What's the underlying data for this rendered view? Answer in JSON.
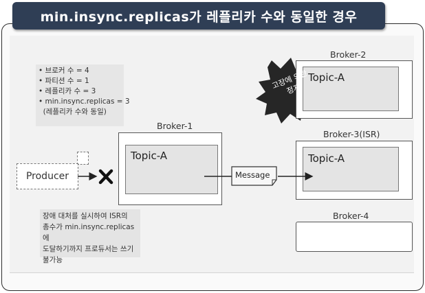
{
  "title": "min.insync.replicas가 레플리카 수와 동일한 경우",
  "notes": [
    "• 브로커 수 = 4",
    "• 파티션 수 = 1",
    "• 레플리카 수 = 3",
    "• min.insync.replicas = 3",
    "  (레플리카 수와 동일)"
  ],
  "producer": "Producer",
  "message": "Message",
  "brokers": {
    "b1": {
      "name": "Broker-1",
      "topic": "Topic-A"
    },
    "b2": {
      "name": "Broker-2",
      "topic": "Topic-A"
    },
    "b3": {
      "name": "Broker-3(ISR)",
      "topic": "Topic-A"
    },
    "b4": {
      "name": "Broker-4"
    }
  },
  "failure_badge": "고장에 의한\n정지",
  "caption": "장애 대처를 실시하여 ISR의\n총수가 min.insync.replicas에\n도달하기까지 프로듀서는 쓰기\n불가능",
  "colors": {
    "header_bg": "#2f3e55",
    "cylinder": "#3a3a3a",
    "badge": "#262626"
  }
}
